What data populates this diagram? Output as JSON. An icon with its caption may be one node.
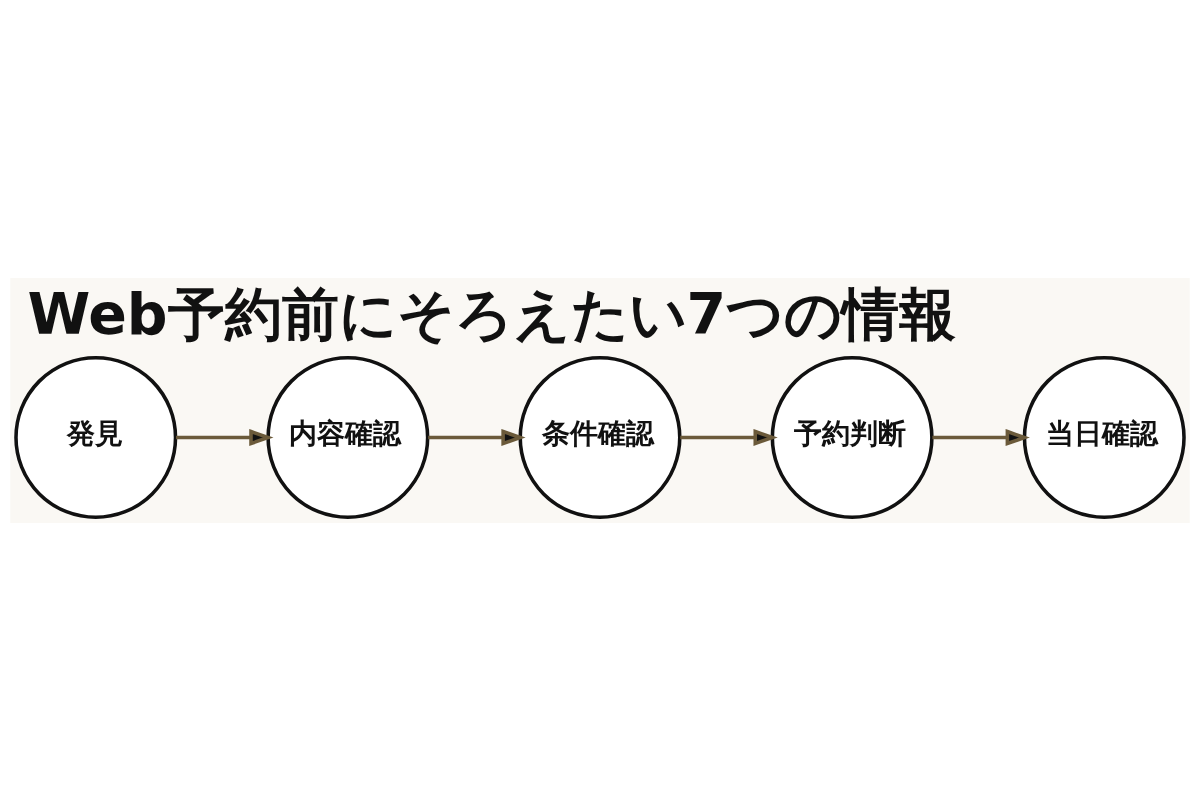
{
  "diagram": {
    "title": "Web予約前にそろえたい7つの情報",
    "nodes": [
      {
        "text": [
          "発見"
        ]
      },
      {
        "text": [
          "内容確認"
        ]
      },
      {
        "text": [
          "条件確認"
        ]
      },
      {
        "text": [
          "予約判断"
        ]
      },
      {
        "text": [
          "当日確認"
        ]
      }
    ],
    "edges": [
      {
        "from": 0,
        "to": 1,
        "arrow": "to"
      },
      {
        "from": 1,
        "to": 2,
        "arrow": "to"
      },
      {
        "from": 2,
        "to": 3,
        "arrow": "to"
      },
      {
        "from": 3,
        "to": 4,
        "arrow": "to"
      }
    ]
  }
}
